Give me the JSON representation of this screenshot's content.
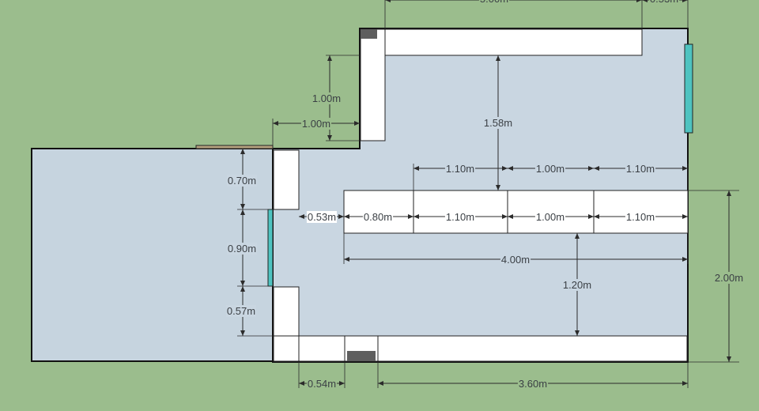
{
  "title": "Floor plan with dimensions",
  "colors": {
    "background": "#9bbd8d",
    "floor": "#c9d6e1",
    "wall": "#ffffff",
    "window": "#4ec3c0",
    "door": "#b3a07e",
    "fixture": "#5e5e5e"
  },
  "dimensions": {
    "top_width": "5.00m",
    "top_right": "0.53m",
    "wall_depth": "1.00m",
    "notch_width": "1.00m",
    "to_counter": "1.58m",
    "upper_seg_1": "1.10m",
    "upper_seg_2": "1.00m",
    "upper_seg_3": "1.10m",
    "gap_to_counter": "0.53m",
    "counter_seg_1": "0.80m",
    "counter_seg_2": "1.10m",
    "counter_seg_3": "1.00m",
    "counter_seg_4": "1.10m",
    "counter_total": "4.00m",
    "counter_to_wall": "1.20m",
    "right_height": "2.00m",
    "pillar_top": "0.70m",
    "opening": "0.90m",
    "pillar_bottom": "0.57m",
    "bottom_left": "0.54m",
    "bottom_right": "3.60m"
  }
}
